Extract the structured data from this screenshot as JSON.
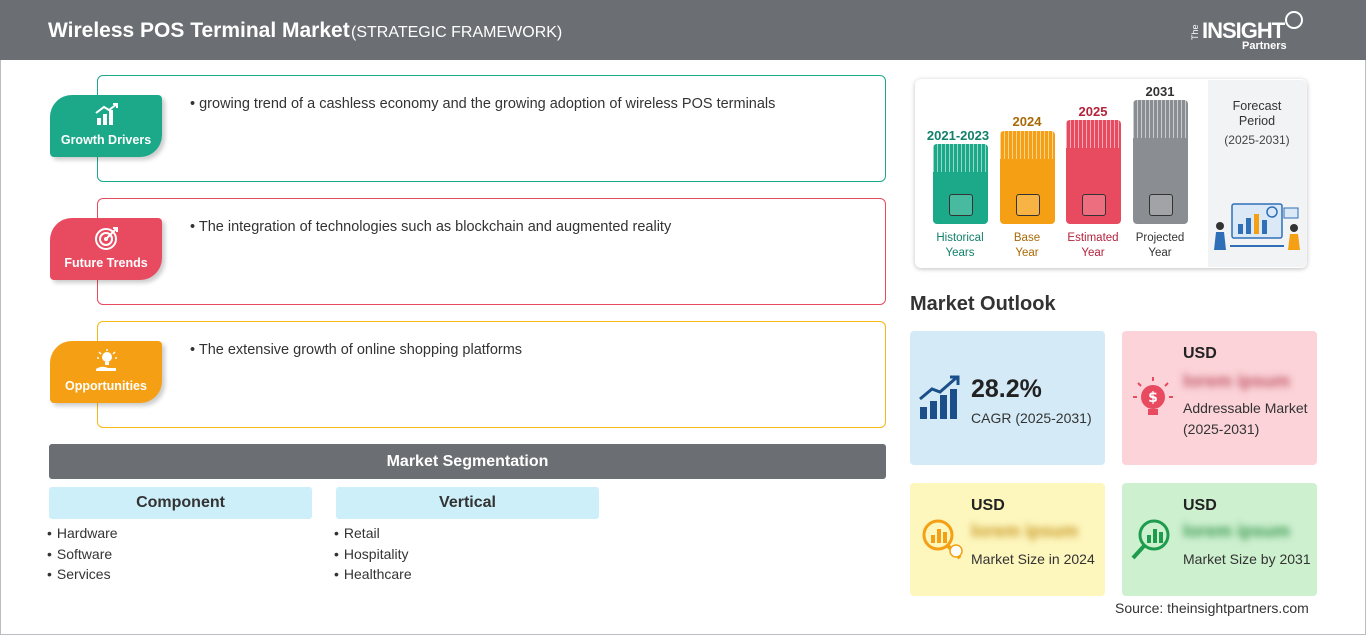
{
  "header": {
    "title": "Wireless POS Terminal Market",
    "subtitle": "(STRATEGIC FRAMEWORK)",
    "logo": {
      "the": "The",
      "insight": "INSIGHT",
      "partners": "Partners"
    }
  },
  "framework": [
    {
      "label": "Growth Drivers",
      "text": "growing trend of a cashless economy and the growing adoption of wireless POS terminals",
      "color": "#1ba989",
      "icon": "bar-chart-icon"
    },
    {
      "label": "Future Trends",
      "text": "The integration of technologies such as blockchain and augmented reality",
      "color": "#e84a5f",
      "icon": "target-icon"
    },
    {
      "label": "Opportunities",
      "text": "The extensive growth of online shopping platforms",
      "color": "#f5a014",
      "icon": "lightbulb-hand-icon"
    }
  ],
  "segmentation": {
    "title": "Market Segmentation",
    "columns": [
      {
        "heading": "Component",
        "items": [
          "Hardware",
          "Software",
          "Services"
        ]
      },
      {
        "heading": "Vertical",
        "items": [
          "Retail",
          "Hospitality",
          "Healthcare"
        ]
      }
    ]
  },
  "timeline": {
    "bars": [
      {
        "year": "2021-2023",
        "label_line1": "Historical",
        "label_line2": "Years",
        "color": "#1ba989",
        "text_color": "#12806a",
        "icon": "history-icon"
      },
      {
        "year": "2024",
        "label_line1": "Base",
        "label_line2": "Year",
        "color": "#f5a014",
        "text_color": "#a86a06",
        "icon": "calendar-icon"
      },
      {
        "year": "2025",
        "label_line1": "Estimated",
        "label_line2": "Year",
        "color": "#e84a5f",
        "text_color": "#b3223a",
        "icon": "gears-icon"
      },
      {
        "year": "2031",
        "label_line1": "Projected",
        "label_line2": "Year",
        "color": "#8a8d91",
        "text_color": "#333333",
        "icon": "presentation-icon"
      }
    ],
    "forecast_title": "Forecast Period",
    "forecast_range": "(2025-2031)"
  },
  "outlook": {
    "title": "Market Outlook",
    "cagr_value": "28.2%",
    "cagr_label": "CAGR (2025-2031)",
    "addressable": {
      "usd": "USD",
      "value": "lorem ipsum",
      "desc": "Addressable Market (2025-2031)"
    },
    "size_2024": {
      "usd": "USD",
      "value": "lorem ipsum",
      "desc": "Market Size in 2024"
    },
    "size_2031": {
      "usd": "USD",
      "value": "lorem ipsum",
      "desc": "Market Size by 2031"
    },
    "colors": {
      "cagr": "#d4ebf7",
      "addressable": "#fbd3d8",
      "size_2024": "#fdf6bd",
      "size_2031": "#cdf0cf"
    }
  },
  "source": "Source: theinsightpartners.com"
}
